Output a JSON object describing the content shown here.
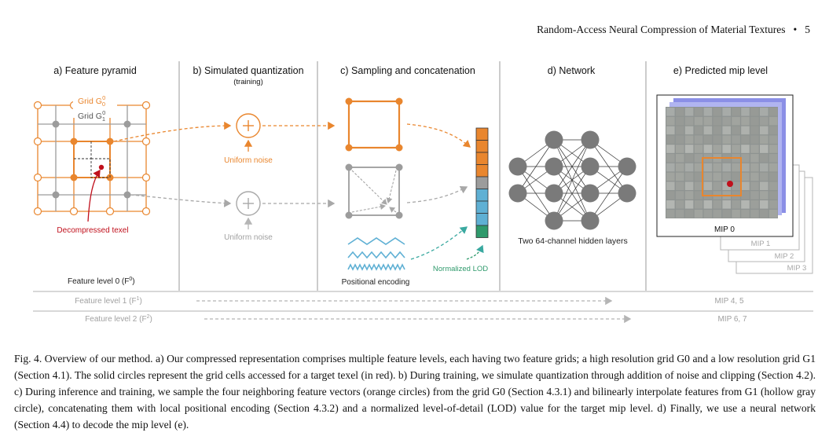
{
  "running_head": {
    "title": "Random-Access Neural Compression of Material Textures",
    "separator": "•",
    "page": "5"
  },
  "colors": {
    "orange": "#e9862e",
    "gray": "#9c9c9c",
    "red": "#c0101c",
    "teal": "#3aa9a0",
    "blue_cell": "#5fb0d4",
    "green_cell": "#2f9a6c",
    "node": "#7a7a7a"
  },
  "panels": {
    "a": {
      "title": "a) Feature pyramid",
      "grid0_label": "Grid G",
      "grid1_label": "Grid G",
      "texel_label": "Decompressed texel",
      "level0_label": "Feature level 0 (F",
      "level0_close": ")"
    },
    "b": {
      "title": "b) Simulated quantization",
      "subtitle": "(training)",
      "noise_top": "Uniform noise",
      "noise_bottom": "Uniform noise"
    },
    "c": {
      "title": "c) Sampling and concatenation",
      "pos_enc_label": "Positional encoding",
      "lod_label": "Normalized LOD"
    },
    "d": {
      "title": "d) Network",
      "hidden_label": "Two 64-channel hidden layers"
    },
    "e": {
      "title": "e) Predicted mip level",
      "mip_labels": [
        "MIP 0",
        "MIP 1",
        "MIP 2",
        "MIP 3"
      ]
    }
  },
  "bottom_rows": [
    {
      "feature": "Feature level 1 (F",
      "close": ")",
      "sup": "1",
      "mip": "MIP 4, 5"
    },
    {
      "feature": "Feature level 2 (F",
      "close": ")",
      "sup": "2",
      "mip": "MIP 6, 7"
    }
  ],
  "concat_cells": [
    "orange",
    "orange",
    "orange",
    "orange",
    "gray",
    "blue",
    "blue",
    "blue",
    "green"
  ],
  "network_layers": [
    2,
    4,
    4,
    2
  ],
  "caption": {
    "label": "Fig. 4.",
    "text": "Overview of our method. a) Our compressed representation comprises multiple feature levels, each having two feature grids; a high resolution grid G0 and a low resolution grid G1 (Section 4.1). The solid circles represent the grid cells accessed for a target texel (in red). b) During training, we simulate quantization through addition of noise and clipping (Section 4.2). c) During inference and training, we sample the four neighboring feature vectors (orange circles) from the grid G0 (Section 4.3.1) and bilinearly interpolate features from G1 (hollow gray circle), concatenating them with local positional encoding (Section 4.3.2) and a normalized level-of-detail (LOD) value for the target mip level. d) Finally, we use a neural network (Section 4.4) to decode the mip level (e)."
  }
}
